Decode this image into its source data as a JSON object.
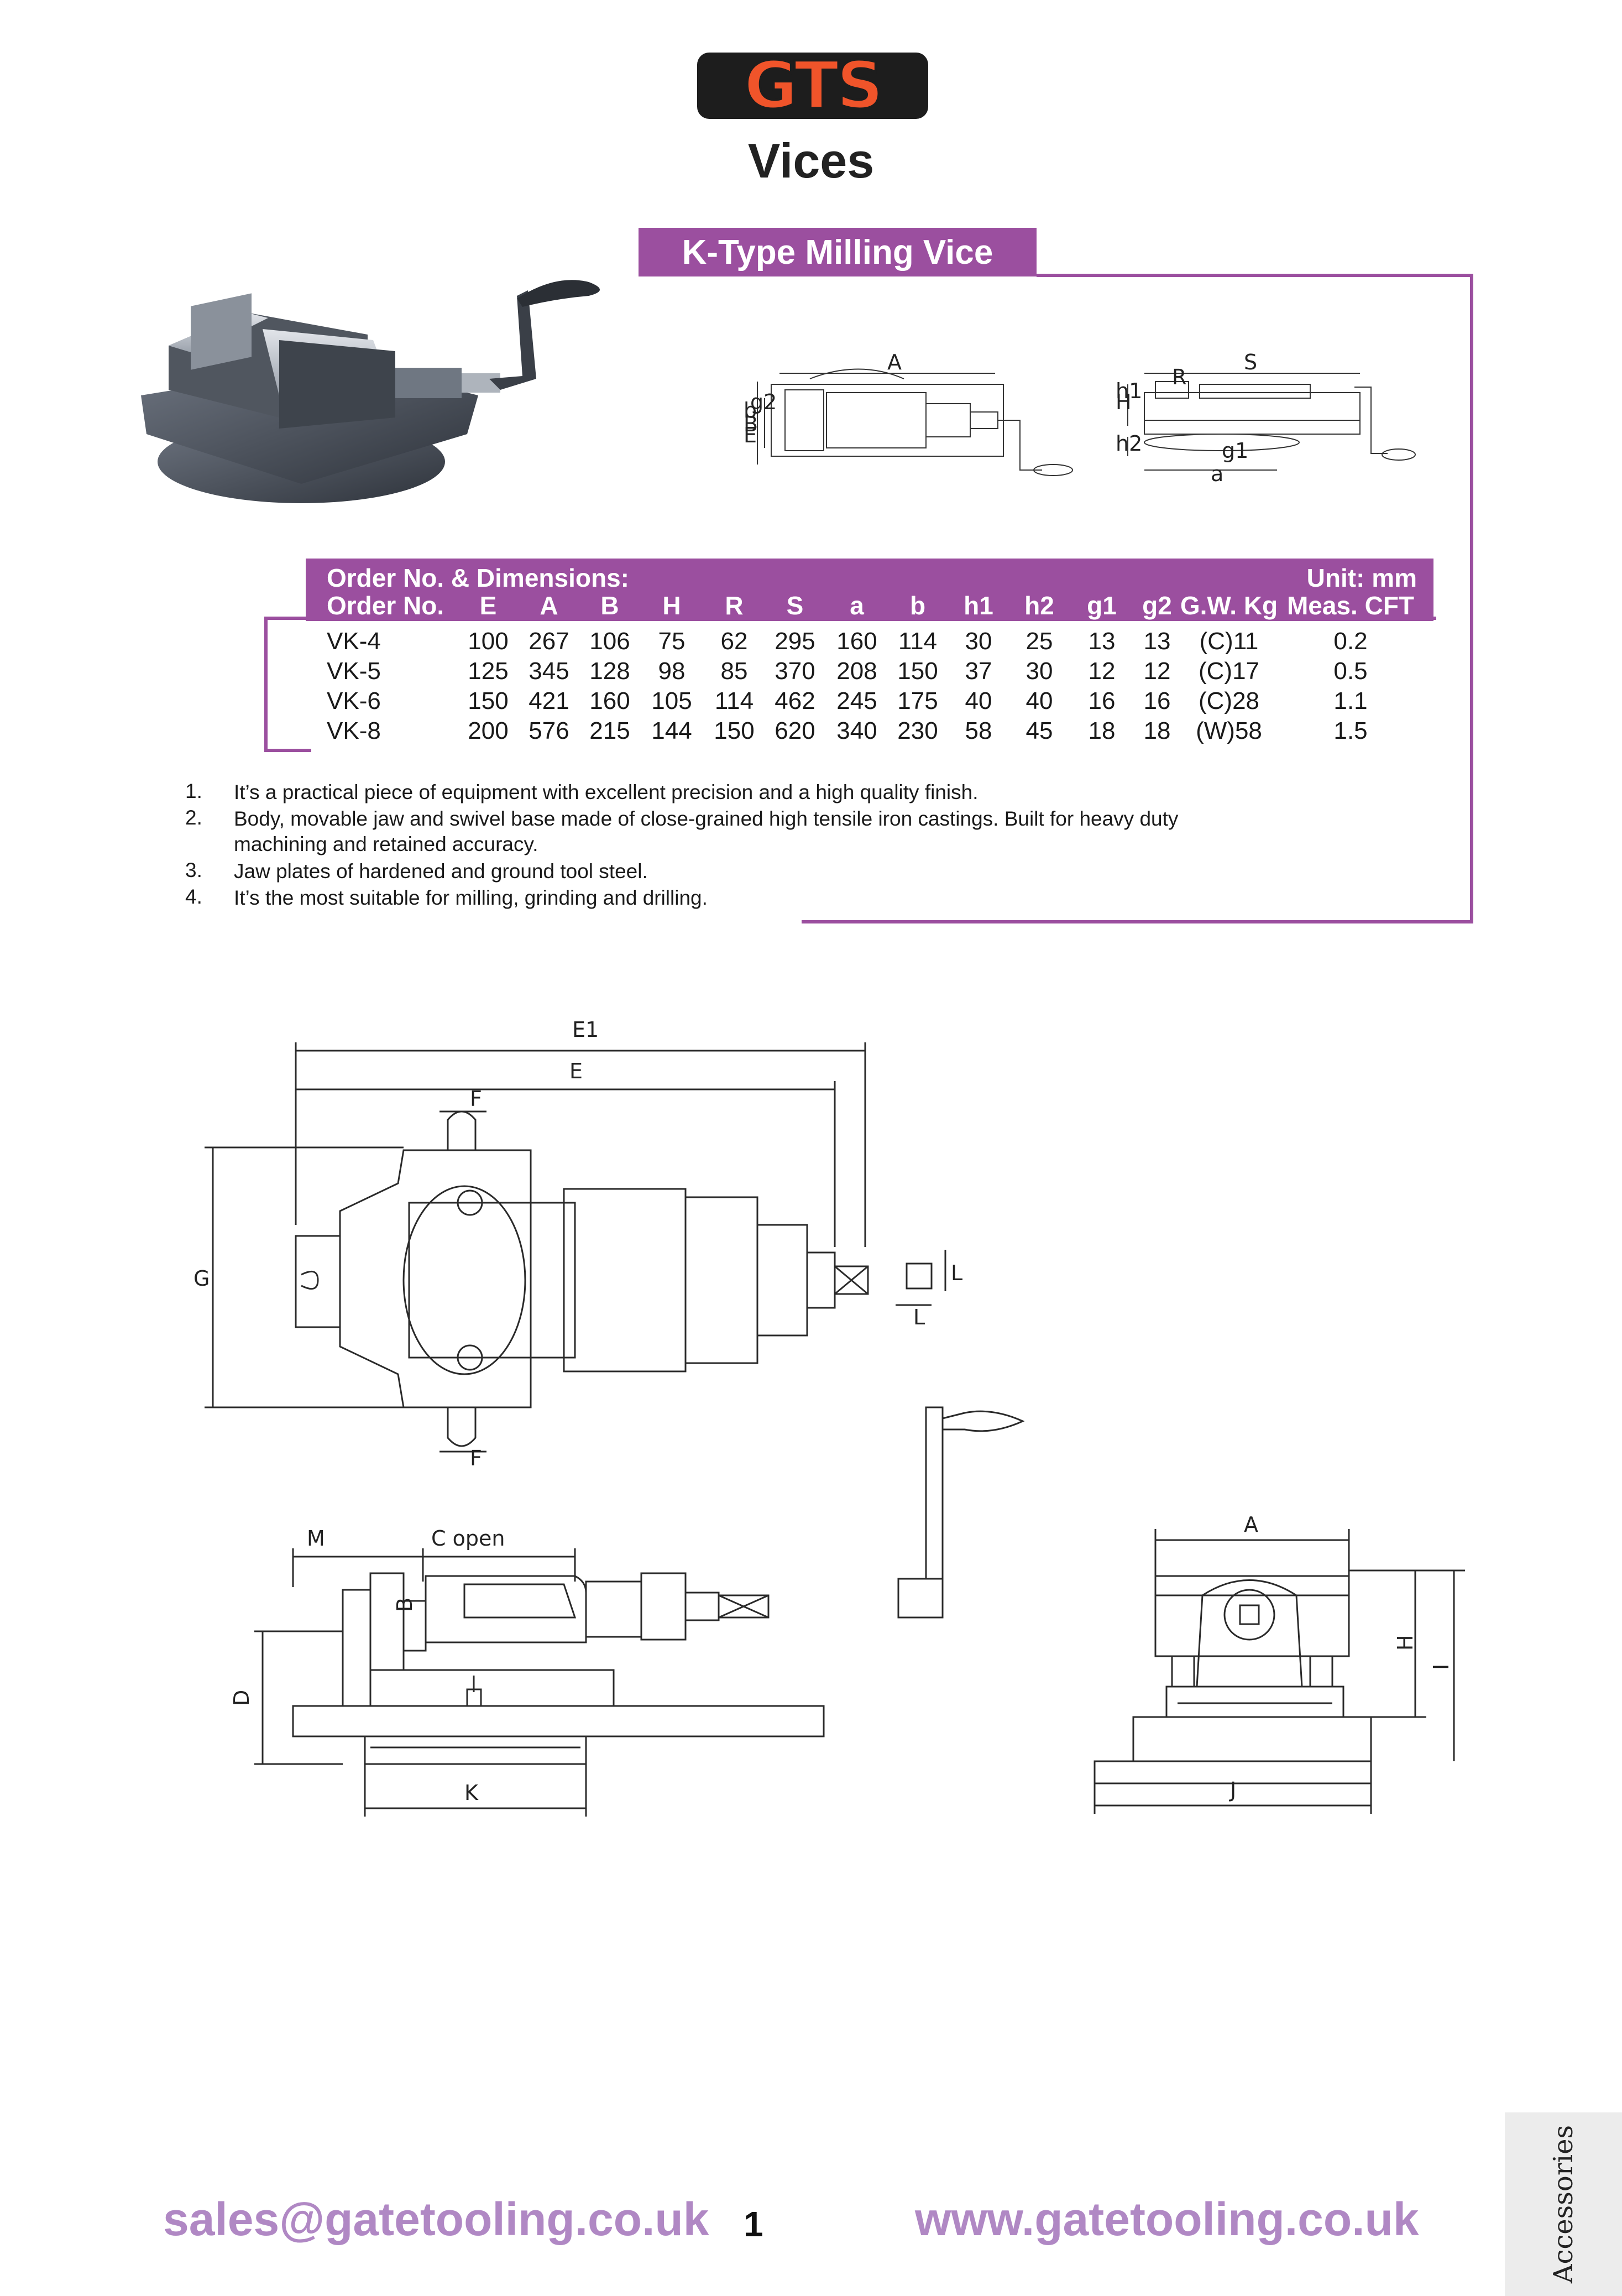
{
  "header": {
    "logo_text": "GTS",
    "title": "Vices"
  },
  "section": {
    "heading": "K-Type Milling Vice"
  },
  "table": {
    "caption": "Order No. & Dimensions:",
    "unit": "Unit: mm",
    "columns": [
      "Order No.",
      "E",
      "A",
      "B",
      "H",
      "R",
      "S",
      "a",
      "b",
      "h1",
      "h2",
      "g1",
      "g2",
      "G.W. Kg",
      "Meas. CFT"
    ],
    "rows": [
      [
        "VK-4",
        "100",
        "267",
        "106",
        "75",
        "62",
        "295",
        "160",
        "114",
        "30",
        "25",
        "13",
        "13",
        "(C)11",
        "0.2"
      ],
      [
        "VK-5",
        "125",
        "345",
        "128",
        "98",
        "85",
        "370",
        "208",
        "150",
        "37",
        "30",
        "12",
        "12",
        "(C)17",
        "0.5"
      ],
      [
        "VK-6",
        "150",
        "421",
        "160",
        "105",
        "114",
        "462",
        "245",
        "175",
        "40",
        "40",
        "16",
        "16",
        "(C)28",
        "1.1"
      ],
      [
        "VK-8",
        "200",
        "576",
        "215",
        "144",
        "150",
        "620",
        "340",
        "230",
        "58",
        "45",
        "18",
        "18",
        "(W)58",
        "1.5"
      ]
    ]
  },
  "notes": [
    {
      "num": "1.",
      "text": "It’s a practical piece of equipment with excellent precision and a high quality finish."
    },
    {
      "num": "2.",
      "text": "Body, movable jaw and swivel base made of close-grained high tensile iron castings.  Built for heavy duty machining and retained accuracy."
    },
    {
      "num": "3.",
      "text": "Jaw plates of hardened and ground tool steel."
    },
    {
      "num": "4.",
      "text": "It’s the most suitable for milling, grinding and drilling."
    }
  ],
  "small_drawing_labels": {
    "a_top": "A",
    "b": "b",
    "B": "B",
    "E": "E",
    "g2": "g2",
    "S": "S",
    "R": "R",
    "H": "H",
    "h1": "h1",
    "h2": "h2",
    "g1": "g1",
    "a": "a"
  },
  "drawing_labels": {
    "e1": "E1",
    "e": "E",
    "f_top": "F",
    "f_bottom": "F",
    "g": "G",
    "l_h": "L",
    "l_w": "L",
    "m": "M",
    "c_open": "C open",
    "b": "B",
    "d": "D",
    "k": "K",
    "a": "A",
    "h": "H",
    "i": "I",
    "j": "J"
  },
  "footer": {
    "email": "sales@gatetooling.co.uk",
    "page_number": "1",
    "website": "www.gatetooling.co.uk",
    "side_tab": "Accessories"
  },
  "colors": {
    "accent_purple": "#9b4f9f",
    "footer_purple": "#b088c4",
    "logo_orange": "#f0542a"
  }
}
